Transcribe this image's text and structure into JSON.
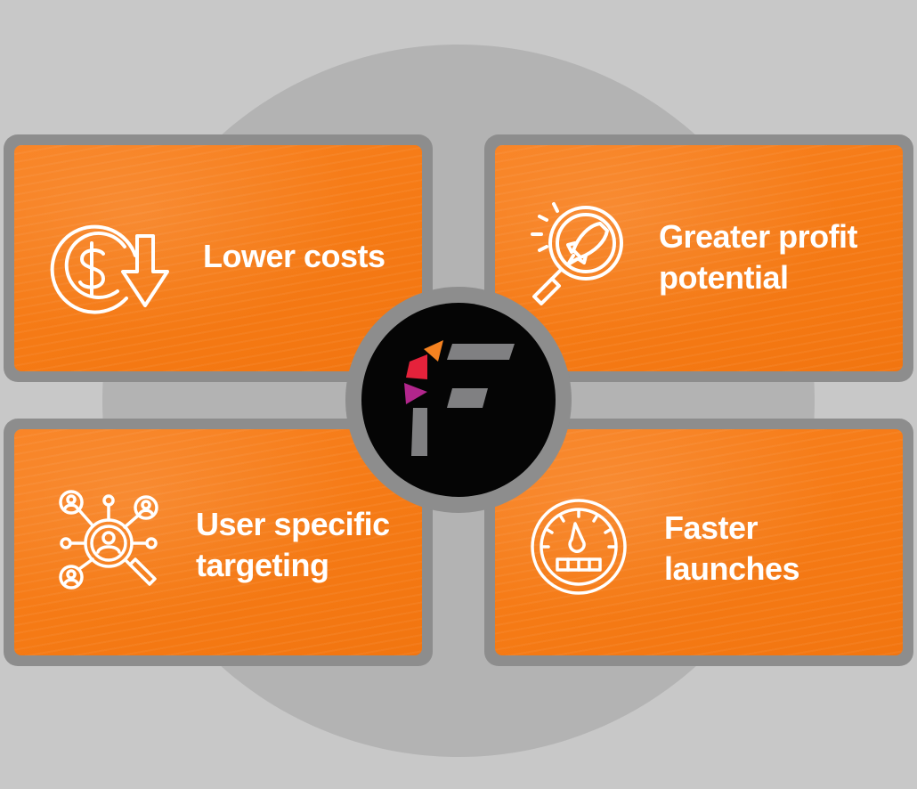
{
  "cards": [
    {
      "label": "Lower costs",
      "icon": "dollar-down-icon"
    },
    {
      "label": "Greater profit\npotential",
      "icon": "magnifier-rocket-icon"
    },
    {
      "label": "User specific\ntargeting",
      "icon": "user-network-search-icon"
    },
    {
      "label": "Faster\nlaunches",
      "icon": "speedometer-icon"
    }
  ],
  "hub": {
    "icon": "f-logo-icon"
  },
  "colors": {
    "card_orange": "#f57a15",
    "frame_gray": "#8d8d8d",
    "background": "#c8c8c8",
    "hub_black": "#050505"
  }
}
